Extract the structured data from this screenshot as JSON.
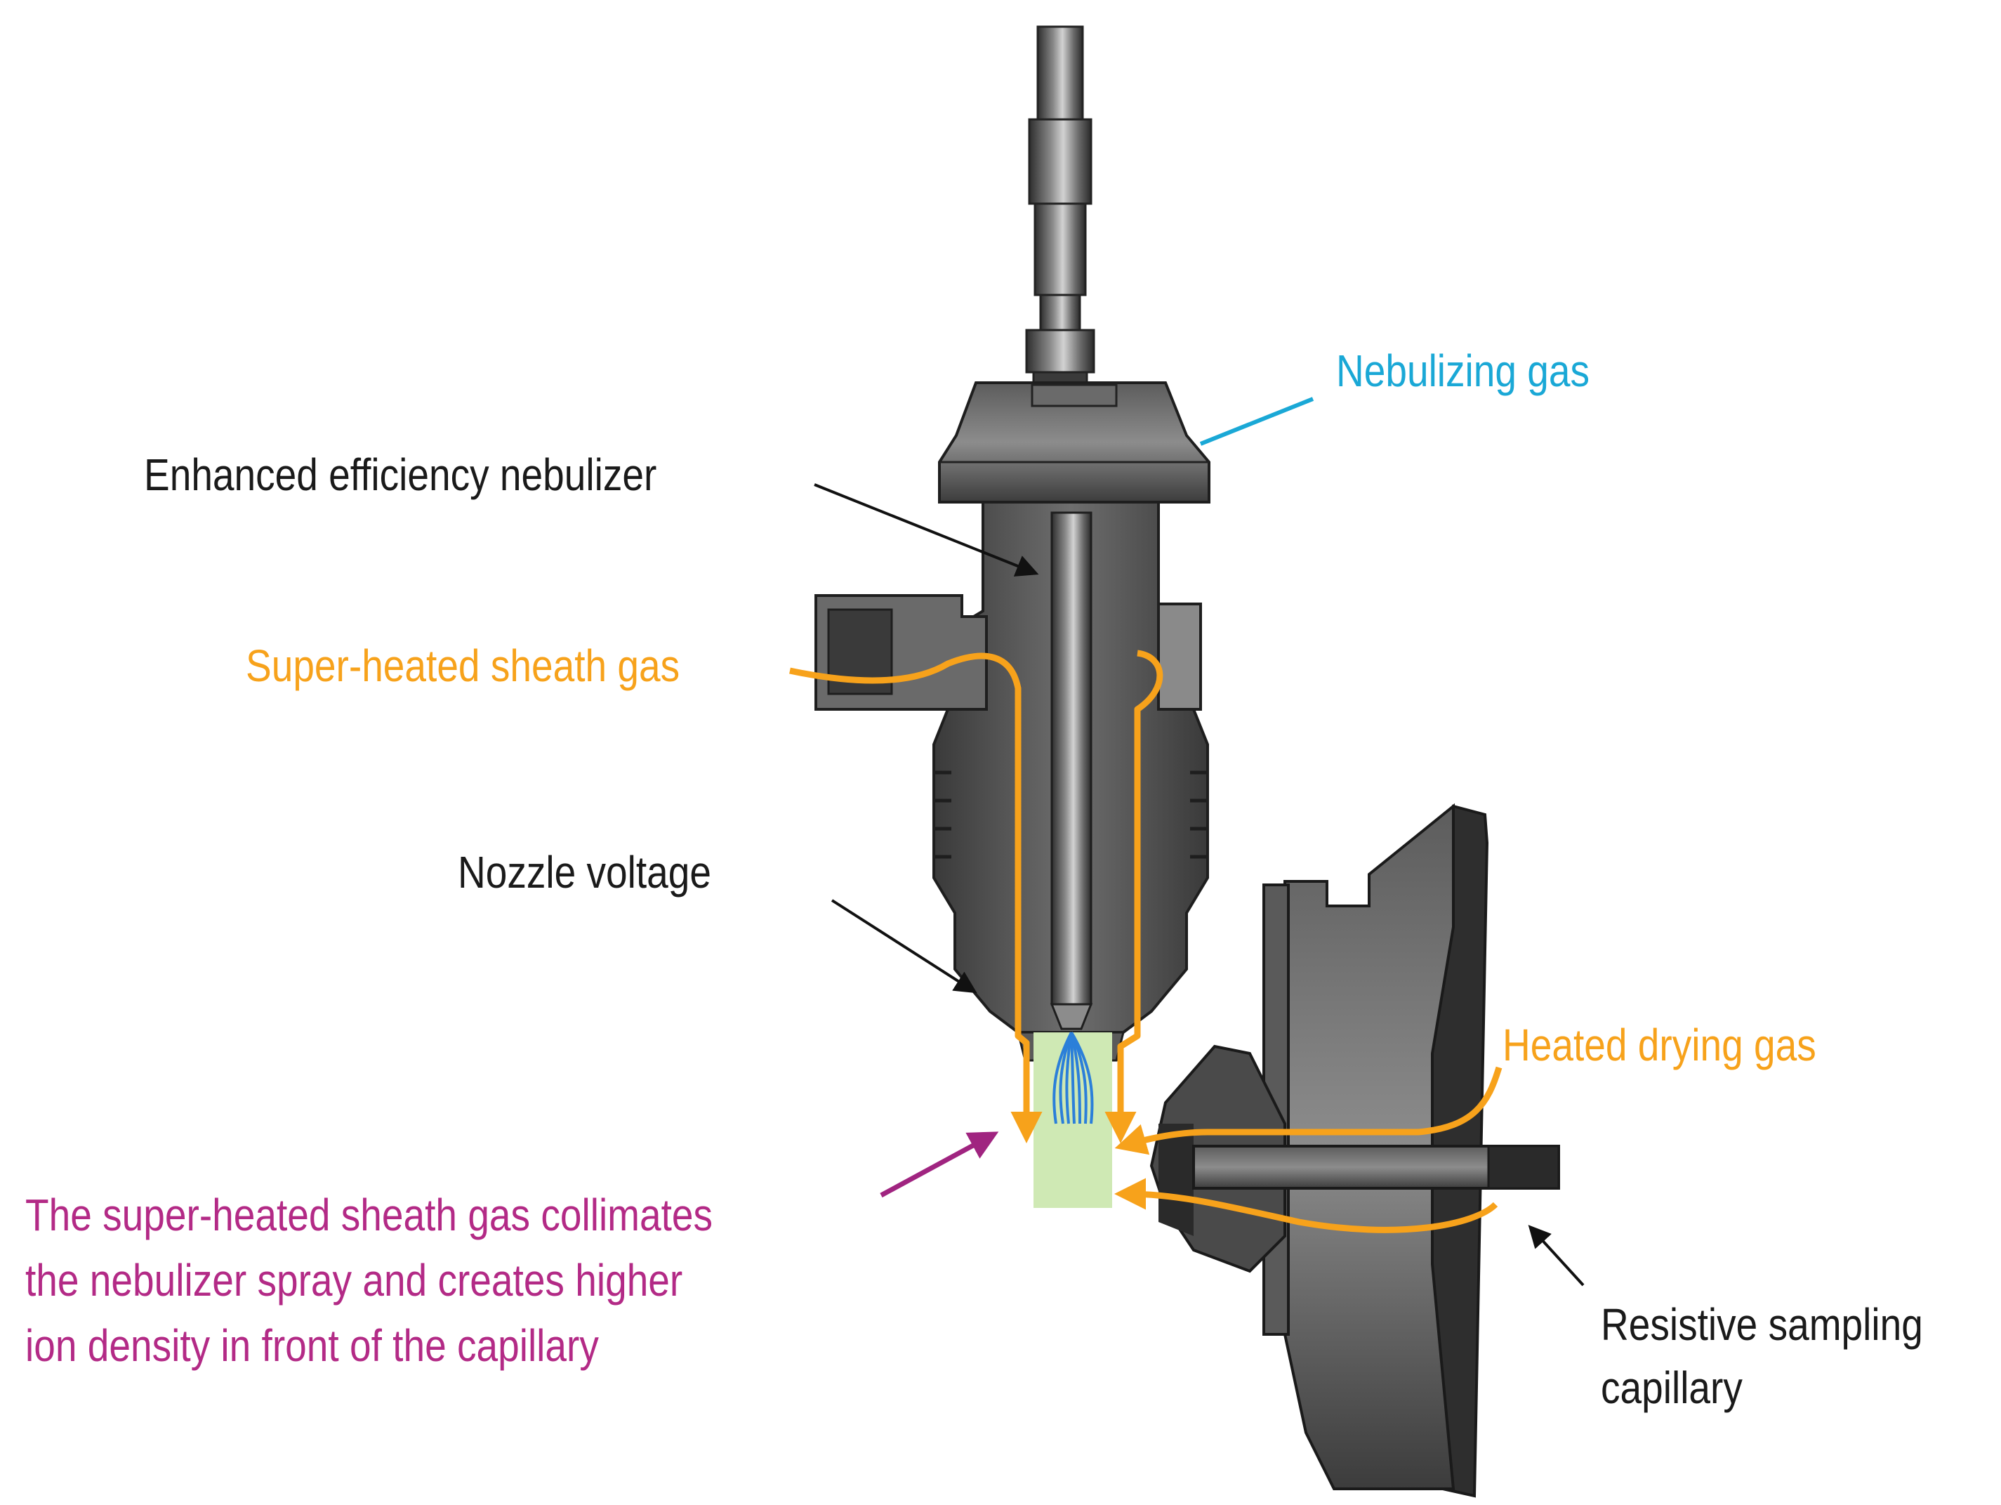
{
  "labels": {
    "nebulizing_gas": "Nebulizing gas",
    "enhanced_nebulizer": "Enhanced efficiency nebulizer",
    "sheath_gas": "Super-heated sheath gas",
    "nozzle_voltage": "Nozzle voltage",
    "drying_gas": "Heated drying gas",
    "caption_line1": "The super-heated sheath gas collimates",
    "caption_line2": "the nebulizer spray and creates higher",
    "caption_line3": "ion density in front of the capillary",
    "capillary_line1": "Resistive sampling",
    "capillary_line2": "capillary"
  },
  "colors": {
    "nebulizing_gas": "#1aa8d6",
    "heated_gas": "#f7a21b",
    "caption": "#b32a86",
    "label": "#1a1a1a",
    "spray_zone": "#cfe9b4",
    "spray": "#2b7fd9",
    "metal": "#4b4b4b"
  }
}
